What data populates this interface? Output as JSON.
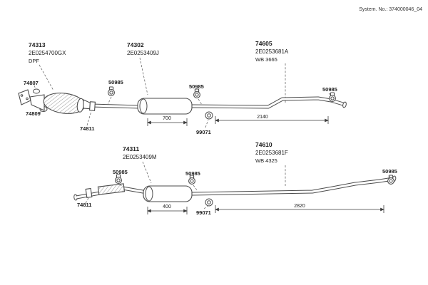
{
  "header": {
    "system_no": "System. No.: 374000046_04"
  },
  "parts": {
    "p74313": {
      "num": "74313",
      "code": "2E0254700GX",
      "note": "DPF"
    },
    "p74302": {
      "num": "74302",
      "code": "2E0253409J"
    },
    "p74605": {
      "num": "74605",
      "code": "2E0253681A",
      "note": "WB 3665"
    },
    "p74311": {
      "num": "74311",
      "code": "2E0253409M"
    },
    "p74610": {
      "num": "74610",
      "code": "2E0253681F",
      "note": "WB 4325"
    }
  },
  "callouts": {
    "gasket_front": "74807",
    "gasket_rear": "74809",
    "clamp": "50985",
    "sleeve_clamp": "74811",
    "hanger_ring": "99071"
  },
  "dimensions": {
    "top_muffler_length": "700",
    "top_pipe_length": "2140",
    "bottom_muffler_length": "400",
    "bottom_pipe_length": "2820"
  },
  "colors": {
    "line": "#4b4b4b",
    "text": "#1d1d1d",
    "background": "#ffffff"
  }
}
